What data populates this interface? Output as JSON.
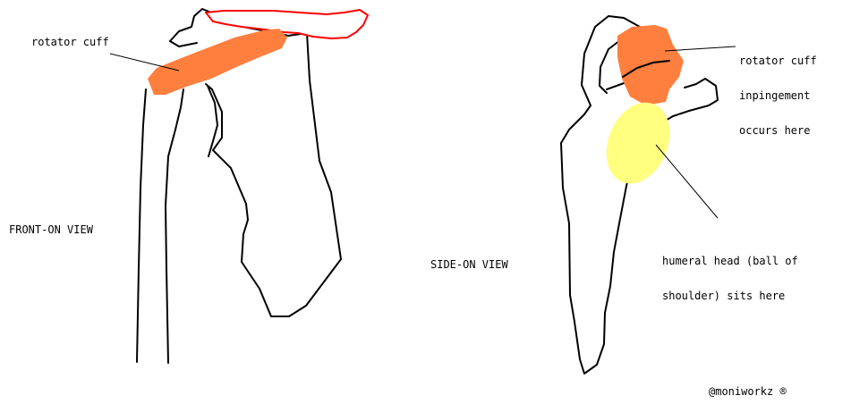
{
  "labels": {
    "rotator_cuff_front": "rotator cuff",
    "front_view": "FRONT-ON VIEW",
    "side_view": "SIDE-ON VIEW",
    "impingement_line1": "rotator cuff",
    "impingement_line2": "inpingement",
    "impingement_line3": "occurs here",
    "humeral_line1": "humeral head (ball of",
    "humeral_line2": "shoulder) sits here",
    "credit": "@moniworkz ®"
  },
  "colors": {
    "outline": "#000000",
    "clavicle_outline": "#ff0000",
    "rotator_cuff": "#ff7f3f",
    "humeral_head": "#ffff80",
    "text": "#000000"
  }
}
